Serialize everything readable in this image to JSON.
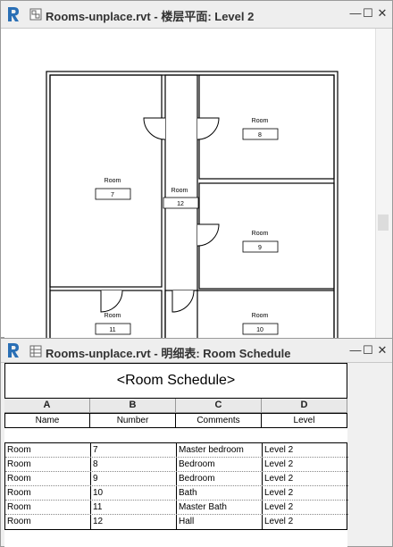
{
  "plan_window": {
    "title_file": "Rooms-unplace.rvt",
    "title_view": "- 楼层平面: Level 2",
    "controls": {
      "minimize": "—",
      "maximize": "☐",
      "close": "✕"
    },
    "rooms": [
      {
        "name": "Room",
        "number": "8"
      },
      {
        "name": "Room",
        "number": "7"
      },
      {
        "name": "Room",
        "number": "12"
      },
      {
        "name": "Room",
        "number": "9"
      },
      {
        "name": "Room",
        "number": "11"
      },
      {
        "name": "Room",
        "number": "10"
      }
    ]
  },
  "schedule_window": {
    "title_file": "Rooms-unplace.rvt",
    "title_view": "- 明细表: Room Schedule",
    "controls": {
      "minimize": "—",
      "maximize": "☐",
      "close": "✕"
    },
    "heading": "<Room Schedule>",
    "column_letters": [
      "A",
      "B",
      "C",
      "D"
    ],
    "column_names": [
      "Name",
      "Number",
      "Comments",
      "Level"
    ],
    "rows": [
      [
        "Room",
        "7",
        "Master bedroom",
        "Level 2"
      ],
      [
        "Room",
        "8",
        "Bedroom",
        "Level 2"
      ],
      [
        "Room",
        "9",
        "Bedroom",
        "Level 2"
      ],
      [
        "Room",
        "10",
        "Bath",
        "Level 2"
      ],
      [
        "Room",
        "11",
        "Master Bath",
        "Level 2"
      ],
      [
        "Room",
        "12",
        "Hall",
        "Level 2"
      ]
    ]
  },
  "colors": {
    "revit_logo": "#2a6fb5",
    "title_bg": "#eeeeee"
  }
}
